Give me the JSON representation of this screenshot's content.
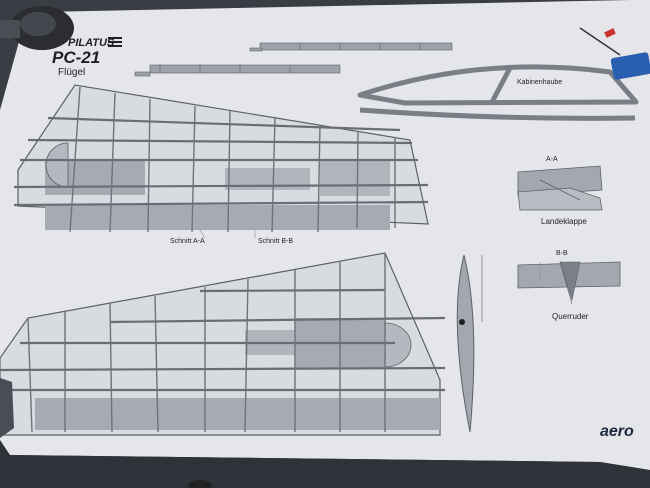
{
  "drawing": {
    "brand": "PILATUS",
    "model": "PC-21",
    "subtitle": "Flügel",
    "canopy_label": "Kabinenhaube",
    "section_aa_title": "A-A",
    "flap_label": "Landeklappe",
    "section_bb_title": "B-B",
    "aileron_label": "Querruder",
    "cut_aa_label": "Schnitt A-A",
    "cut_bb_label": "Schnitt B-B",
    "logo": "aero"
  },
  "colors": {
    "paper": "#e6e8ec",
    "rib_fill": "#a9adb5",
    "line": "#5d6068",
    "background": "#3a3d44"
  }
}
